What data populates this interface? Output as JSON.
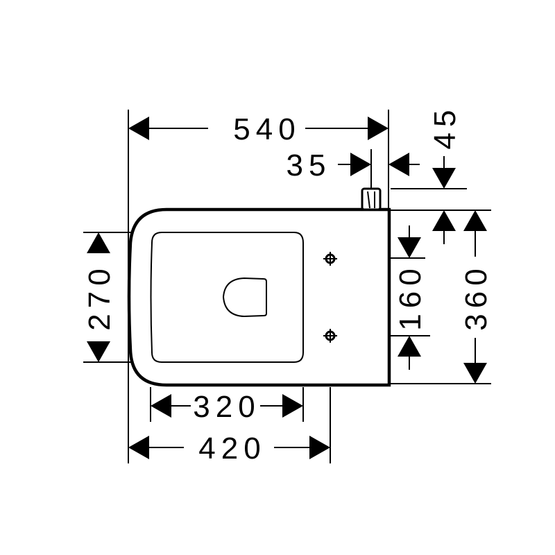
{
  "drawing": {
    "dimensions": {
      "overall_length": "540",
      "tap_offset": "35",
      "tap_height": "45",
      "overall_width": "360",
      "fixing_spacing": "160",
      "inner_width": "270",
      "inner_length": "320",
      "fixing_distance": "420"
    },
    "units": "mm",
    "line_color": "#000000",
    "background_color": "#ffffff"
  }
}
